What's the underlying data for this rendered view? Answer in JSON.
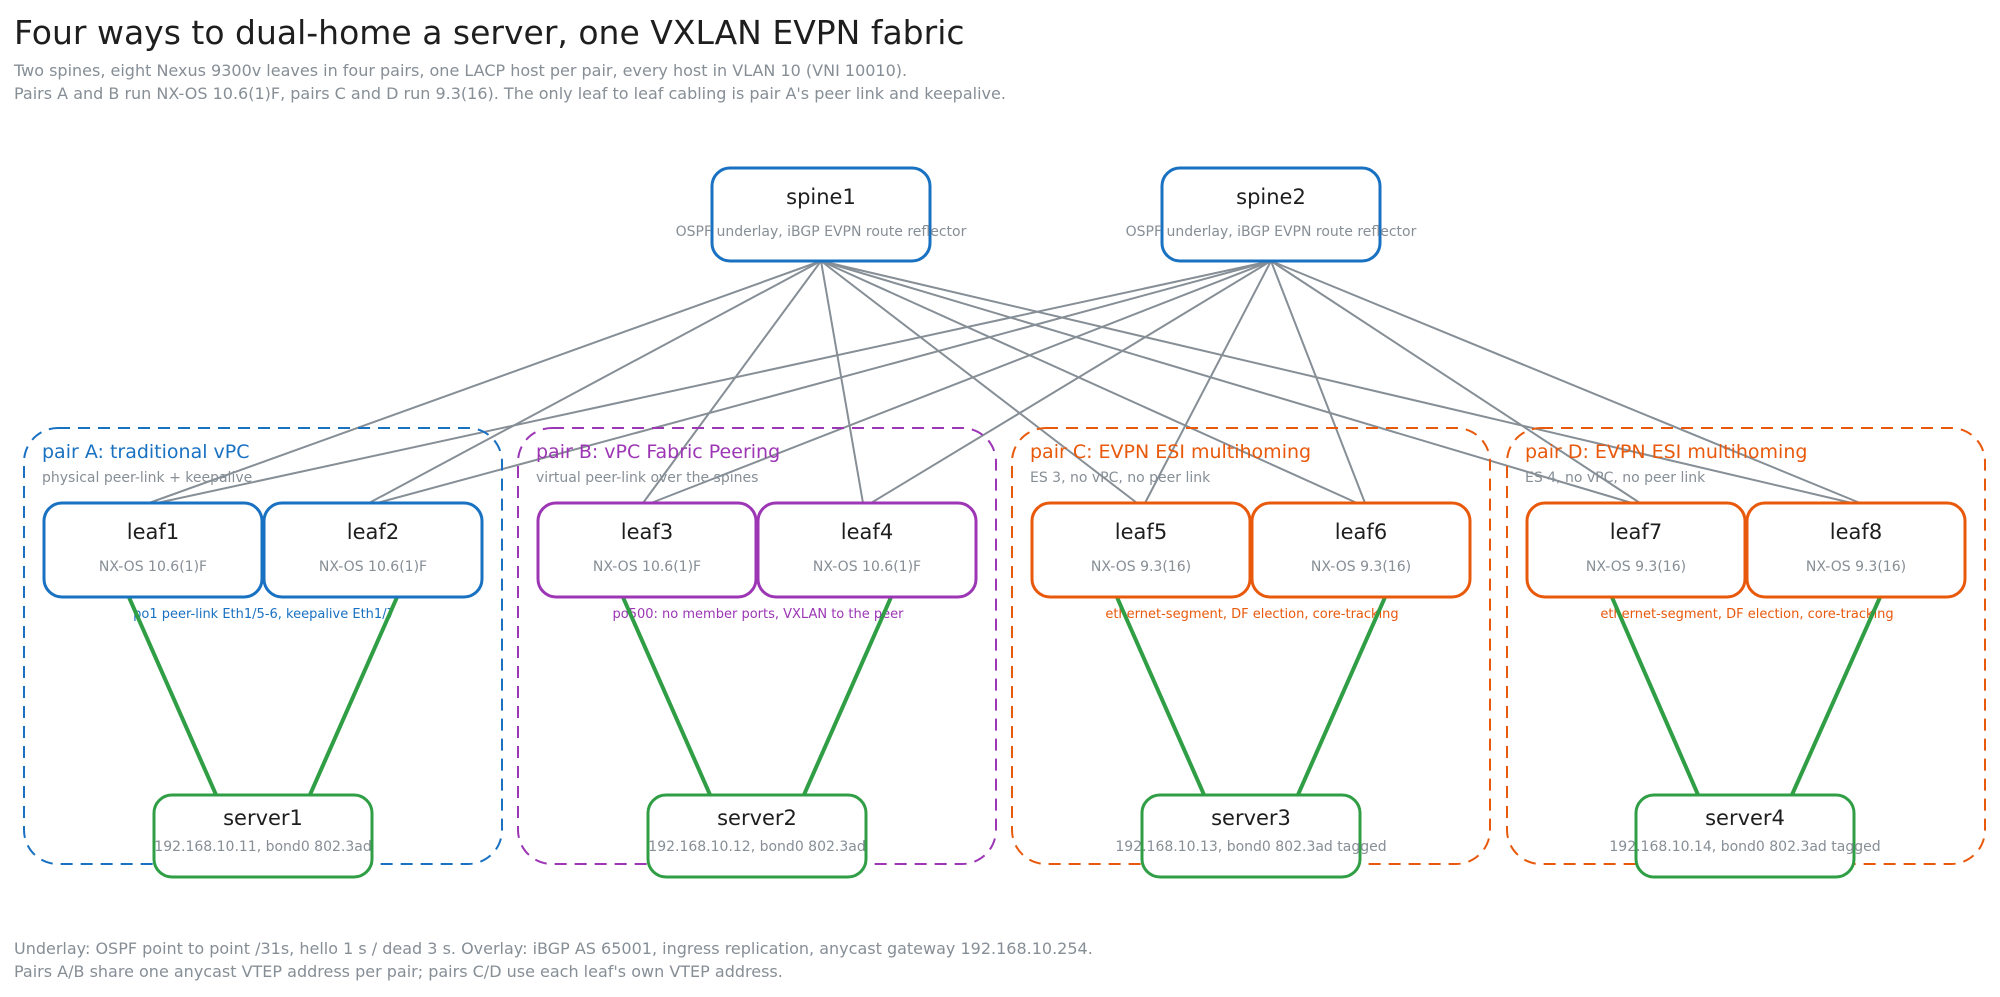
{
  "header": {
    "title": "Four ways to dual-home a server, one VXLAN EVPN fabric",
    "subtitle_line1": "Two spines, eight Nexus 9300v leaves in four pairs, one LACP host per pair, every host in VLAN 10 (VNI 10010).",
    "subtitle_line2": "Pairs A and B run NX-OS 10.6(1)F, pairs C and D run 9.3(16). The only leaf to leaf cabling is pair A's peer link and keepalive."
  },
  "footer": {
    "line1": "Underlay: OSPF point to point /31s, hello 1 s / dead 3 s. Overlay: iBGP AS 65001, ingress replication, anycast gateway 192.168.10.254.",
    "line2": "Pairs A/B share one anycast VTEP address per pair; pairs C/D use each leaf's own VTEP address."
  },
  "colors": {
    "spine": "#1971c2",
    "pair_a": "#1971c2",
    "pair_b": "#9c36b5",
    "pair_c": "#e8590c",
    "pair_d": "#e8590c",
    "server": "#2f9e44",
    "fabric_link": "#868e96",
    "note_text": "#868e96"
  },
  "spines": [
    {
      "id": "spine1",
      "label": "spine1",
      "note": "OSPF underlay, iBGP EVPN route reflector"
    },
    {
      "id": "spine2",
      "label": "spine2",
      "note": "OSPF underlay, iBGP EVPN route reflector"
    }
  ],
  "pairs": [
    {
      "id": "pair_a",
      "label": "pair A: traditional vPC",
      "note": "physical peer-link + keepalive",
      "link_note": "po1 peer-link Eth1/5-6, keepalive Eth1/7",
      "leaves": [
        {
          "id": "leaf1",
          "label": "leaf1",
          "os": "NX-OS 10.6(1)F"
        },
        {
          "id": "leaf2",
          "label": "leaf2",
          "os": "NX-OS 10.6(1)F"
        }
      ],
      "server": {
        "id": "server1",
        "label": "server1",
        "detail": "192.168.10.11, bond0 802.3ad"
      }
    },
    {
      "id": "pair_b",
      "label": "pair B: vPC Fabric Peering",
      "note": "virtual peer-link over the spines",
      "link_note": "po500: no member ports, VXLAN to the peer",
      "leaves": [
        {
          "id": "leaf3",
          "label": "leaf3",
          "os": "NX-OS 10.6(1)F"
        },
        {
          "id": "leaf4",
          "label": "leaf4",
          "os": "NX-OS 10.6(1)F"
        }
      ],
      "server": {
        "id": "server2",
        "label": "server2",
        "detail": "192.168.10.12, bond0 802.3ad"
      }
    },
    {
      "id": "pair_c",
      "label": "pair C: EVPN ESI multihoming",
      "note": "ES 3, no vPC, no peer link",
      "link_note": "ethernet-segment, DF election, core-tracking",
      "leaves": [
        {
          "id": "leaf5",
          "label": "leaf5",
          "os": "NX-OS 9.3(16)"
        },
        {
          "id": "leaf6",
          "label": "leaf6",
          "os": "NX-OS 9.3(16)"
        }
      ],
      "server": {
        "id": "server3",
        "label": "server3",
        "detail": "192.168.10.13, bond0 802.3ad tagged"
      }
    },
    {
      "id": "pair_d",
      "label": "pair D: EVPN ESI multihoming",
      "note": "ES 4, no vPC, no peer link",
      "link_note": "ethernet-segment, DF election, core-tracking",
      "leaves": [
        {
          "id": "leaf7",
          "label": "leaf7",
          "os": "NX-OS 9.3(16)"
        },
        {
          "id": "leaf8",
          "label": "leaf8",
          "os": "NX-OS 9.3(16)"
        }
      ],
      "server": {
        "id": "server4",
        "label": "server4",
        "detail": "192.168.10.14, bond0 802.3ad tagged"
      }
    }
  ]
}
